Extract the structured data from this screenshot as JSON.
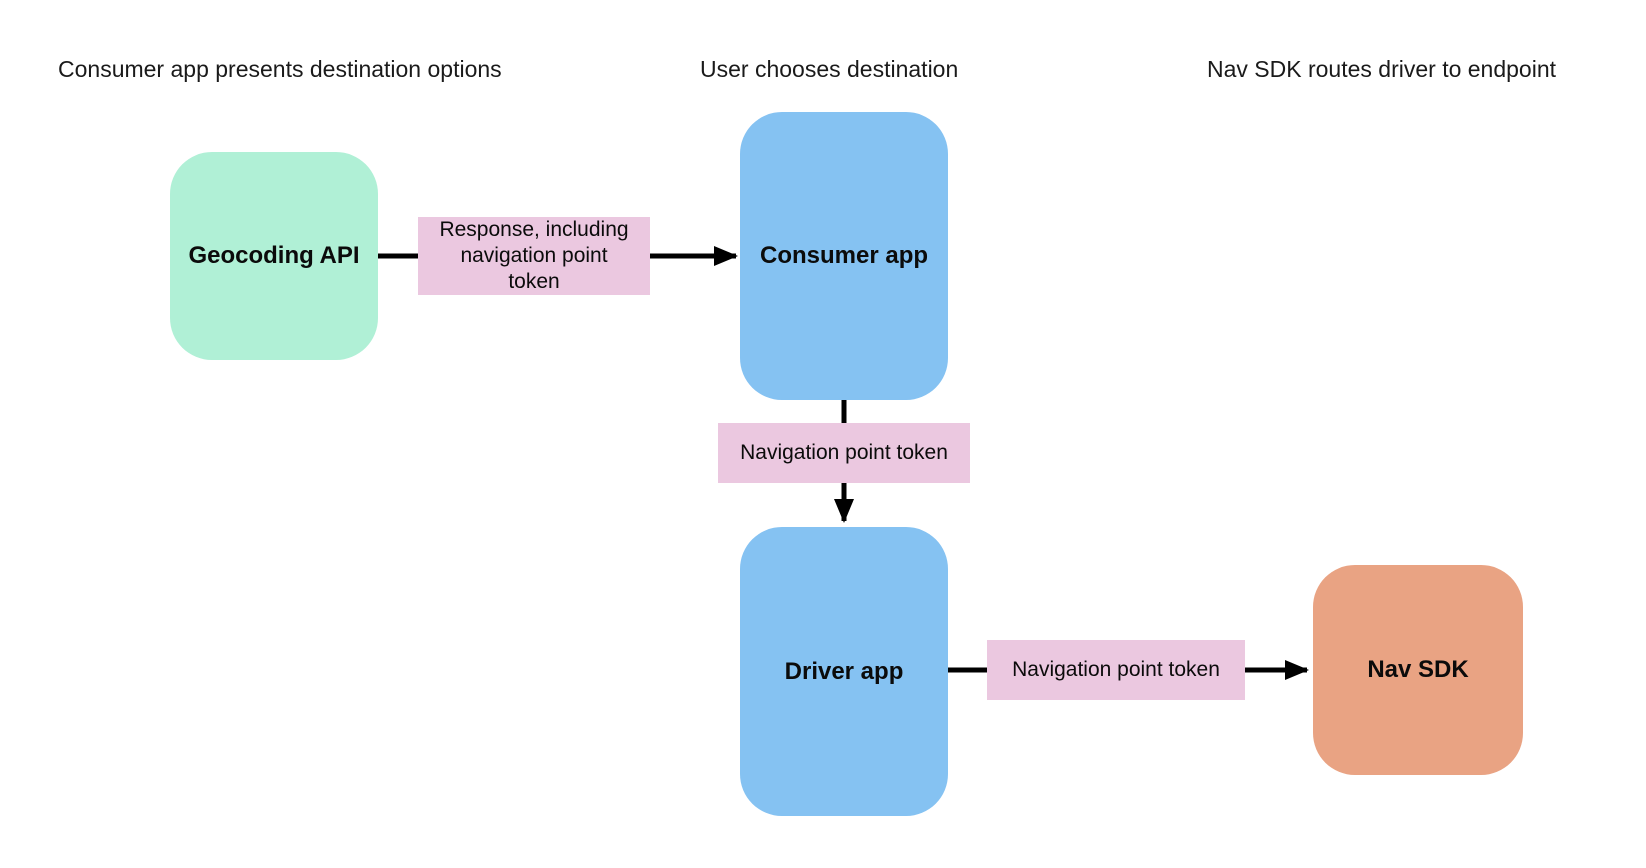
{
  "diagram": {
    "background_color": "#ffffff",
    "arrow_color": "#000000",
    "text_color": "#1a1a1a",
    "column_headers": [
      {
        "text": "Consumer app presents destination options"
      },
      {
        "text": "User chooses destination"
      },
      {
        "text": "Nav SDK routes driver to endpoint"
      }
    ],
    "nodes": [
      {
        "id": "geocoding-api",
        "label": "Geocoding API",
        "color": "#B0F0D6"
      },
      {
        "id": "consumer-app",
        "label": "Consumer app",
        "color": "#85C2F2"
      },
      {
        "id": "driver-app",
        "label": "Driver app",
        "color": "#85C2F2"
      },
      {
        "id": "nav-sdk",
        "label": "Nav SDK",
        "color": "#E9A383"
      }
    ],
    "edge_labels": [
      {
        "text": "Response, including navigation point token",
        "color": "#EBC8E0"
      },
      {
        "text": "Navigation point token",
        "color": "#EBC8E0"
      },
      {
        "text": "Navigation point token",
        "color": "#EBC8E0"
      }
    ],
    "edges": [
      {
        "from": "Geocoding API",
        "to": "Consumer app",
        "label": "Response, including navigation point token"
      },
      {
        "from": "Consumer app",
        "to": "Driver app",
        "label": "Navigation point token"
      },
      {
        "from": "Driver app",
        "to": "Nav SDK",
        "label": "Navigation point token"
      }
    ]
  }
}
